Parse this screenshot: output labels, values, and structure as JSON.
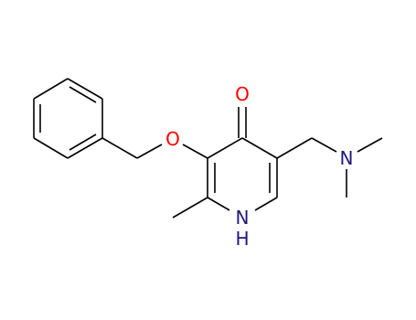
{
  "molecule": {
    "atoms": {
      "oxygen_carbonyl": "O",
      "oxygen_ether": "O",
      "nitrogen_amine": "N",
      "nitrogen_ring": "N",
      "hydrogen_ring": "H"
    }
  },
  "colors": {
    "bond": "#000000",
    "oxygen": "#ff0000",
    "nitrogen": "#1e1a7a"
  }
}
